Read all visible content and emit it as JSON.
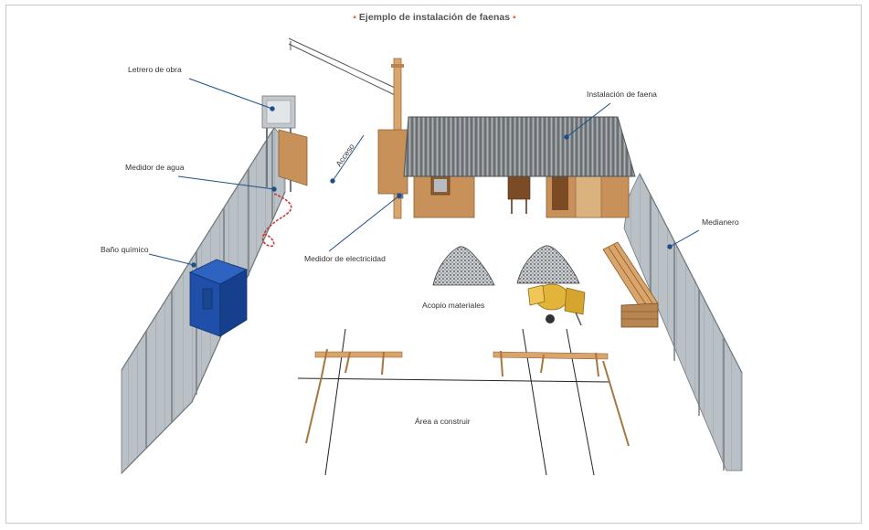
{
  "title": {
    "bullet_left": "▪",
    "text": "Ejemplo de instalación de faenas",
    "bullet_right": "▪"
  },
  "labels": {
    "letrero": "Letrero de obra",
    "medidor_agua": "Medidor de agua",
    "bano": "Baño químico",
    "acceso": "Acceso",
    "medidor_electricidad": "Medidor de electricidad",
    "instalacion": "Instalación de faena",
    "medianero": "Medianero",
    "acopio": "Acopio materiales",
    "area": "Área a construir"
  },
  "colors": {
    "accent": "#e0703a",
    "leader": "#1f4f8a",
    "fence": "#aab3bb",
    "wood": "#c9915a",
    "toilet": "#1f4fa8",
    "mixer": "#e2b43a"
  }
}
